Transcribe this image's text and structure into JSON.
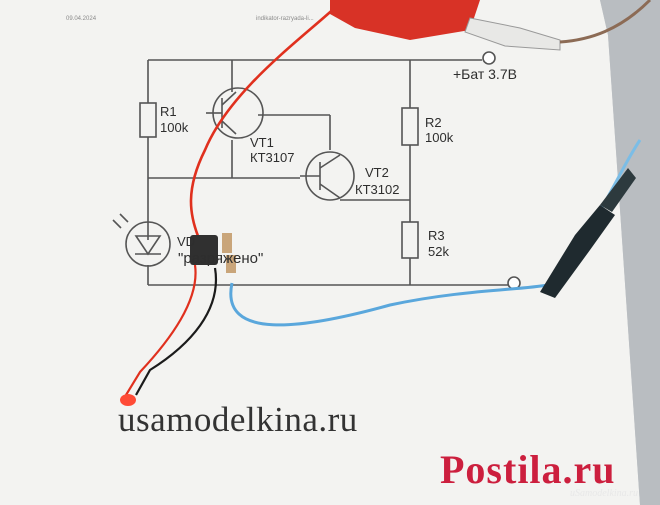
{
  "sheet": {
    "header_date": "09.04.2024",
    "header_title": "indikator-razryada-li..."
  },
  "schematic": {
    "bat_label": "+Бат 3.7В",
    "r1_name": "R1",
    "r1_value": "100k",
    "r2_name": "R2",
    "r2_value": "100k",
    "r3_name": "R3",
    "r3_value": "52k",
    "vt1_name": "VT1",
    "vt1_model": "КТ3107",
    "vt2_name": "VT2",
    "vt2_model": "КТ3102",
    "led_name": "VD",
    "led_caption": "\"разряжено\""
  },
  "watermarks": {
    "site": "usamodelkina.ru",
    "brand": "Postila.ru",
    "corner": "uSamodelkina.ru"
  },
  "colors": {
    "paper": "#f4f4f2",
    "background": "#bfc3c6",
    "red_wire": "#e0301e",
    "blue_wire": "#5aa7dc",
    "black_wire": "#1b1b1b",
    "brand": "#cc1f3e"
  }
}
